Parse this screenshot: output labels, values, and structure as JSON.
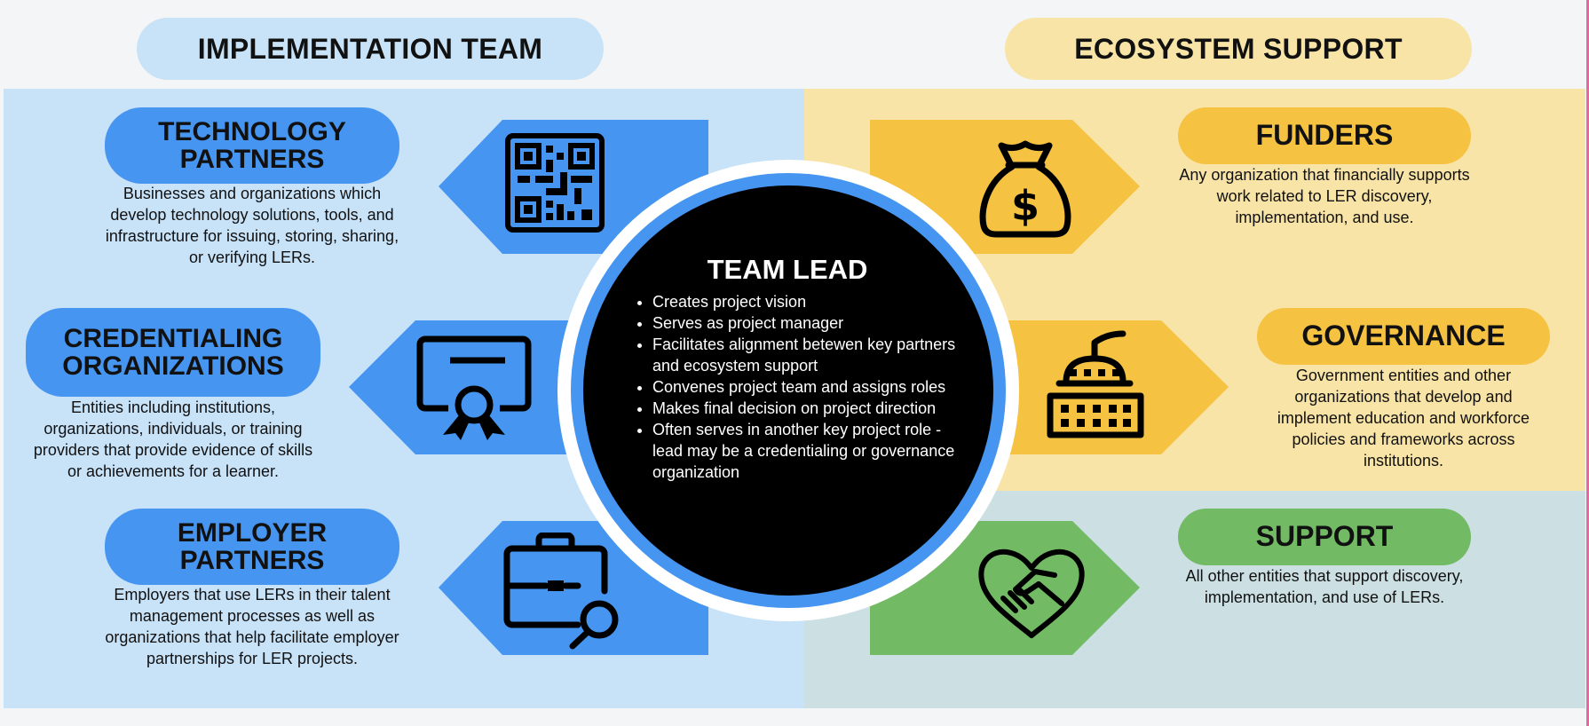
{
  "colors": {
    "blue_panel": "#c8e2f8",
    "blue_accent": "#4595f1",
    "yellow_panel": "#f8e4a6",
    "yellow_accent": "#f5c242",
    "green_panel": "#ccdfe3",
    "green_accent": "#73ba65",
    "circle": "#000000"
  },
  "headers": {
    "implementation": "IMPLEMENTATION TEAM",
    "ecosystem": "ECOSYSTEM SUPPORT"
  },
  "team_lead": {
    "title": "TEAM LEAD",
    "items": [
      "Creates project vision",
      "Serves as project manager",
      "Facilitates alignment betewen key partners and ecosystem support",
      "Convenes project team and assigns roles",
      "Makes final decision on project direction",
      "Often serves in another key project role - lead may be a credentialing or governance organization"
    ]
  },
  "implementation": [
    {
      "title_line1": "TECHNOLOGY",
      "title_line2": "PARTNERS",
      "icon": "qr-code-icon",
      "description": "Businesses and organizations which develop technology solutions, tools, and infrastructure for issuing, storing, sharing, or verifying LERs."
    },
    {
      "title_line1": "CREDENTIALING",
      "title_line2": "ORGANIZATIONS",
      "icon": "certificate-icon",
      "description": "Entities including institutions, organizations, individuals, or training providers that provide evidence of skills or achievements for a learner."
    },
    {
      "title_line1": "EMPLOYER",
      "title_line2": "PARTNERS",
      "icon": "briefcase-search-icon",
      "description": "Employers that use LERs in their talent management processes as well as organizations that help facilitate employer partnerships for LER projects."
    }
  ],
  "ecosystem": [
    {
      "title": "FUNDERS",
      "icon": "money-bag-icon",
      "description": "Any organization that financially supports work related to LER discovery, implementation, and use."
    },
    {
      "title": "GOVERNANCE",
      "icon": "capitol-building-icon",
      "description": "Government entities and other organizations that develop and implement education and workforce policies and frameworks across institutions."
    },
    {
      "title": "SUPPORT",
      "icon": "handshake-heart-icon",
      "description": "All other entities that support discovery, implementation, and use of LERs."
    }
  ]
}
